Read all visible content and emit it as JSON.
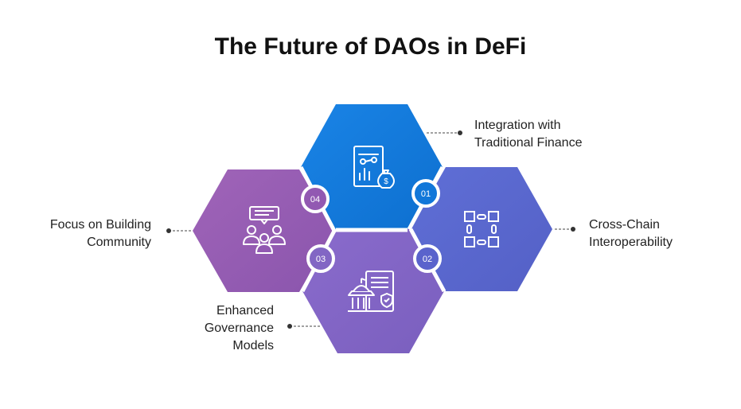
{
  "title": "The Future of DAOs in DeFi",
  "items": [
    {
      "number": "01",
      "lines": [
        "Integration with",
        "Traditional Finance"
      ],
      "color": "#1177d9",
      "icon": "finance-document-money-bag-icon"
    },
    {
      "number": "02",
      "lines": [
        "Cross-Chain",
        "Interoperability"
      ],
      "color": "#5a63cc",
      "icon": "blockchain-links-icon"
    },
    {
      "number": "03",
      "lines": [
        "Enhanced",
        "Governance",
        "Models"
      ],
      "color": "#8266c4",
      "icon": "government-building-document-icon"
    },
    {
      "number": "04",
      "lines": [
        "Focus on Building",
        "Community"
      ],
      "color": "#9259b2",
      "icon": "community-group-chat-icon"
    }
  ]
}
